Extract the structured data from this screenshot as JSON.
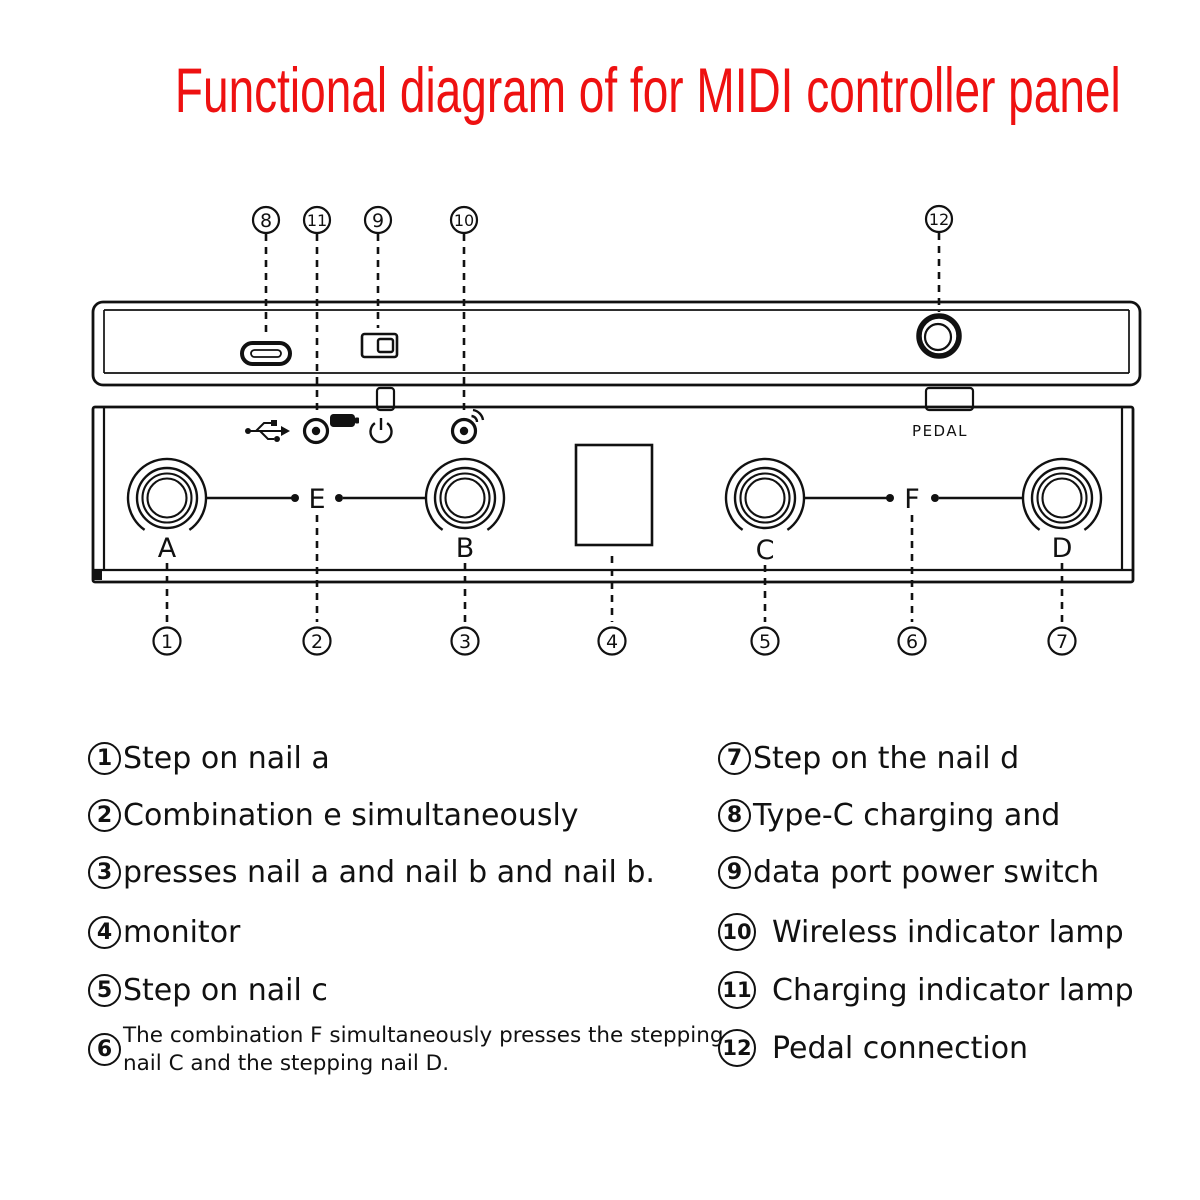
{
  "title": "Functional diagram of for MIDI controller panel",
  "colors": {
    "title_red": "#ee1111",
    "ink": "#111111",
    "background": "#ffffff"
  },
  "diagram": {
    "pedal_label": "PEDAL",
    "footswitch_labels": [
      "A",
      "B",
      "C",
      "D"
    ],
    "combo_labels": [
      "E",
      "F"
    ],
    "icons": [
      "usb-icon",
      "charging-led-battery-icon",
      "power-icon",
      "wireless-led-icon",
      "usb-c-port",
      "power-switch",
      "pedal-jack",
      "display-monitor"
    ],
    "callouts": {
      "top": [
        "8",
        "11",
        "9",
        "10",
        "12"
      ],
      "bottom": [
        "1",
        "2",
        "3",
        "4",
        "5",
        "6",
        "7"
      ]
    }
  },
  "legend": {
    "left": [
      {
        "num": "1",
        "text": "Step on nail a"
      },
      {
        "num": "2",
        "text": "Combination e simultaneously"
      },
      {
        "num": "3",
        "text": "presses nail a and nail b and nail b."
      },
      {
        "num": "4",
        "text": "monitor"
      },
      {
        "num": "5",
        "text": "Step on nail c"
      },
      {
        "num": "6",
        "line1": "The combination F simultaneously presses the stepping",
        "line2": "nail C and the stepping nail D."
      }
    ],
    "right": [
      {
        "num": "7",
        "text": "Step on the nail d"
      },
      {
        "num": "8",
        "text": "Type-C charging and"
      },
      {
        "num": "9",
        "text": "data port power switch"
      },
      {
        "num": "10",
        "text": "Wireless indicator lamp"
      },
      {
        "num": "11",
        "text": "Charging indicator lamp"
      },
      {
        "num": "12",
        "text": "Pedal connection"
      }
    ]
  }
}
